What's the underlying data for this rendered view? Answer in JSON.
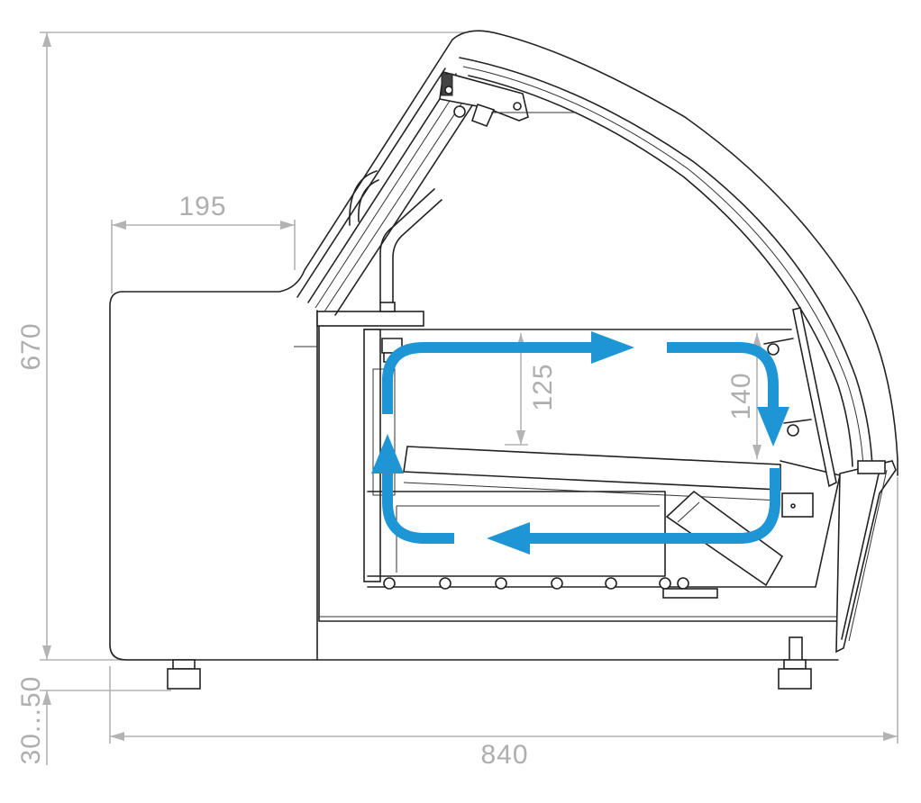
{
  "dimensions": {
    "overall_height": "670",
    "feet_height": "30...50",
    "overall_depth": "840",
    "rear_top_depth": "195",
    "upper_shelf_clearance": "125",
    "front_shelf_clearance": "140"
  },
  "colors": {
    "airflow": "#1e96d6",
    "dimension": "#aeaeae",
    "outline": "#222222"
  }
}
